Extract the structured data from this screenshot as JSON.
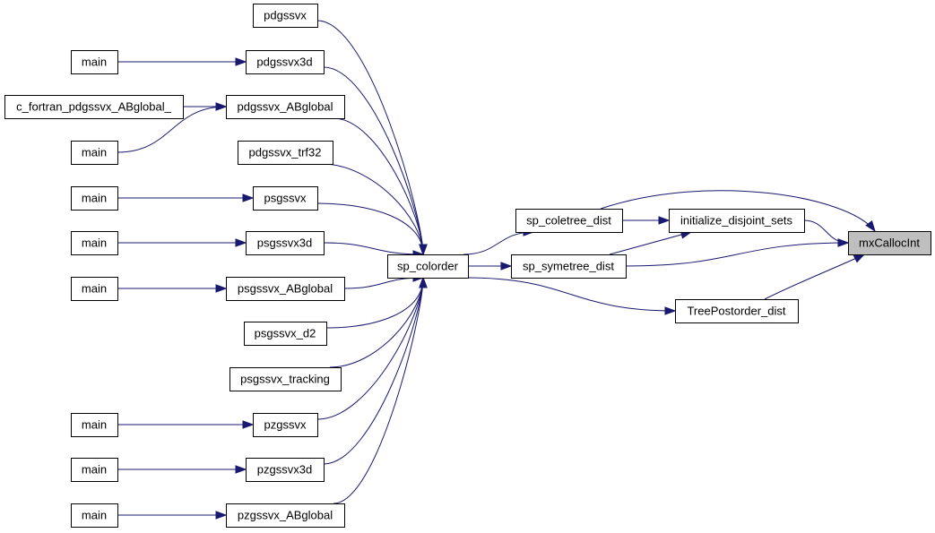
{
  "graph": {
    "nodes": [
      {
        "id": "mxCallocInt",
        "label": "mxCallocInt",
        "highlight": true
      },
      {
        "id": "initialize_disjoint_sets",
        "label": "initialize_disjoint_sets"
      },
      {
        "id": "sp_coletree_dist",
        "label": "sp_coletree_dist"
      },
      {
        "id": "sp_symetree_dist",
        "label": "sp_symetree_dist"
      },
      {
        "id": "TreePostorder_dist",
        "label": "TreePostorder_dist"
      },
      {
        "id": "sp_colorder",
        "label": "sp_colorder"
      },
      {
        "id": "pdgssvx",
        "label": "pdgssvx"
      },
      {
        "id": "pdgssvx3d",
        "label": "pdgssvx3d"
      },
      {
        "id": "pdgssvx_ABglobal",
        "label": "pdgssvx_ABglobal"
      },
      {
        "id": "pdgssvx_trf32",
        "label": "pdgssvx_trf32"
      },
      {
        "id": "psgssvx",
        "label": "psgssvx"
      },
      {
        "id": "psgssvx3d",
        "label": "psgssvx3d"
      },
      {
        "id": "psgssvx_ABglobal",
        "label": "psgssvx_ABglobal"
      },
      {
        "id": "psgssvx_d2",
        "label": "psgssvx_d2"
      },
      {
        "id": "psgssvx_tracking",
        "label": "psgssvx_tracking"
      },
      {
        "id": "pzgssvx",
        "label": "pzgssvx"
      },
      {
        "id": "pzgssvx3d",
        "label": "pzgssvx3d"
      },
      {
        "id": "pzgssvx_ABglobal",
        "label": "pzgssvx_ABglobal"
      },
      {
        "id": "c_fortran_pdgssvx_ABglobal_",
        "label": "c_fortran_pdgssvx_ABglobal_"
      },
      {
        "id": "main_pdgssvx3d",
        "label": "main"
      },
      {
        "id": "main_pdgssvx_ABglobal",
        "label": "main"
      },
      {
        "id": "main_psgssvx",
        "label": "main"
      },
      {
        "id": "main_psgssvx3d",
        "label": "main"
      },
      {
        "id": "main_psgssvx_ABglobal",
        "label": "main"
      },
      {
        "id": "main_pzgssvx",
        "label": "main"
      },
      {
        "id": "main_pzgssvx3d",
        "label": "main"
      },
      {
        "id": "main_pzgssvx_ABglobal",
        "label": "main"
      }
    ],
    "edges": [
      {
        "from": "initialize_disjoint_sets",
        "to": "mxCallocInt"
      },
      {
        "from": "sp_coletree_dist",
        "to": "mxCallocInt"
      },
      {
        "from": "sp_symetree_dist",
        "to": "mxCallocInt"
      },
      {
        "from": "TreePostorder_dist",
        "to": "mxCallocInt"
      },
      {
        "from": "sp_coletree_dist",
        "to": "initialize_disjoint_sets"
      },
      {
        "from": "sp_symetree_dist",
        "to": "initialize_disjoint_sets"
      },
      {
        "from": "sp_colorder",
        "to": "sp_coletree_dist"
      },
      {
        "from": "sp_colorder",
        "to": "sp_symetree_dist"
      },
      {
        "from": "sp_colorder",
        "to": "TreePostorder_dist"
      },
      {
        "from": "pdgssvx",
        "to": "sp_colorder"
      },
      {
        "from": "pdgssvx3d",
        "to": "sp_colorder"
      },
      {
        "from": "pdgssvx_ABglobal",
        "to": "sp_colorder"
      },
      {
        "from": "pdgssvx_trf32",
        "to": "sp_colorder"
      },
      {
        "from": "psgssvx",
        "to": "sp_colorder"
      },
      {
        "from": "psgssvx3d",
        "to": "sp_colorder"
      },
      {
        "from": "psgssvx_ABglobal",
        "to": "sp_colorder"
      },
      {
        "from": "psgssvx_d2",
        "to": "sp_colorder"
      },
      {
        "from": "psgssvx_tracking",
        "to": "sp_colorder"
      },
      {
        "from": "pzgssvx",
        "to": "sp_colorder"
      },
      {
        "from": "pzgssvx3d",
        "to": "sp_colorder"
      },
      {
        "from": "pzgssvx_ABglobal",
        "to": "sp_colorder"
      },
      {
        "from": "main_pdgssvx3d",
        "to": "pdgssvx3d"
      },
      {
        "from": "c_fortran_pdgssvx_ABglobal_",
        "to": "pdgssvx_ABglobal"
      },
      {
        "from": "main_pdgssvx_ABglobal",
        "to": "pdgssvx_ABglobal"
      },
      {
        "from": "main_psgssvx",
        "to": "psgssvx"
      },
      {
        "from": "main_psgssvx3d",
        "to": "psgssvx3d"
      },
      {
        "from": "main_psgssvx_ABglobal",
        "to": "psgssvx_ABglobal"
      },
      {
        "from": "main_pzgssvx",
        "to": "pzgssvx"
      },
      {
        "from": "main_pzgssvx3d",
        "to": "pzgssvx3d"
      },
      {
        "from": "main_pzgssvx_ABglobal",
        "to": "pzgssvx_ABglobal"
      }
    ]
  },
  "colors": {
    "edge": "#191970",
    "highlight_fill": "#bfbfbf",
    "node_border": "#000000"
  }
}
